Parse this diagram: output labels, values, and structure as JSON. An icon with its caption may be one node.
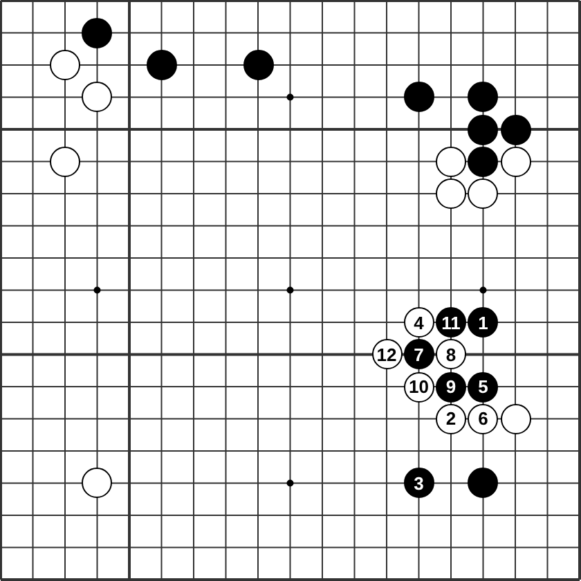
{
  "diagram": {
    "nodes": [
      {
        "text": [],
        "shape": "circle"
      },
      {
        "text": [],
        "shape": "circle"
      },
      {
        "text": [],
        "shape": "circle"
      },
      {
        "text": [],
        "shape": "circle"
      },
      {
        "text": [],
        "shape": "circle"
      },
      {
        "text": [],
        "shape": "circle"
      },
      {
        "text": [],
        "shape": "circle"
      },
      {
        "text": [],
        "shape": "circle"
      },
      {
        "text": [],
        "shape": "circle"
      },
      {
        "text": [],
        "shape": "circle"
      },
      {
        "text": [],
        "shape": "circle"
      },
      {
        "text": [],
        "shape": "circle"
      },
      {
        "text": [],
        "shape": "circle"
      },
      {
        "text": [],
        "shape": "circle"
      },
      {
        "text": [],
        "shape": "circle"
      },
      {
        "text": [
          "4"
        ]
      },
      {
        "text": [
          "11"
        ]
      },
      {
        "text": [
          "1"
        ]
      },
      {
        "text": [
          "12"
        ]
      },
      {
        "text": [
          "7"
        ]
      },
      {
        "text": [
          "8"
        ]
      },
      {
        "text": [
          "10"
        ]
      },
      {
        "text": [
          "9"
        ]
      },
      {
        "text": [
          "5"
        ]
      },
      {
        "text": [
          "2"
        ]
      },
      {
        "text": [
          "6"
        ]
      },
      {
        "text": [],
        "shape": "circle"
      },
      {
        "text": [],
        "shape": "circle"
      },
      {
        "text": [
          "3"
        ]
      },
      {
        "text": [],
        "shape": "circle"
      }
    ]
  }
}
